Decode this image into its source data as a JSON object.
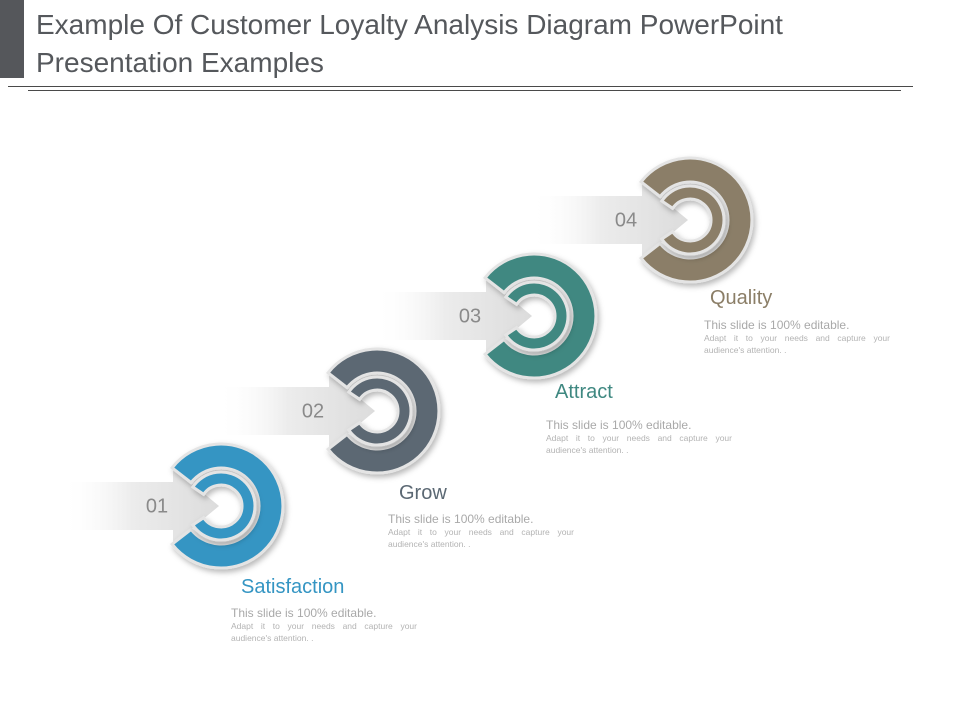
{
  "slide": {
    "title": "Example Of Customer Loyalty Analysis Diagram PowerPoint Presentation Examples"
  },
  "steps": [
    {
      "number": "01",
      "label": "Satisfaction",
      "color": "#3495c3",
      "desc_line1": "This slide is 100% editable.",
      "desc_line2": "Adapt it to your needs and capture your audience's attention. ."
    },
    {
      "number": "02",
      "label": "Grow",
      "color": "#5b6873",
      "desc_line1": "This slide is 100% editable.",
      "desc_line2": "Adapt it to your needs and capture your audience's attention. ."
    },
    {
      "number": "03",
      "label": "Attract",
      "color": "#3f8881",
      "desc_line1": "This slide is 100% editable.",
      "desc_line2": "Adapt it to your needs and capture your audience's attention. ."
    },
    {
      "number": "04",
      "label": "Quality",
      "color": "#8b7e67",
      "desc_line1": "This slide is 100% editable.",
      "desc_line2": "Adapt it to your needs and capture your audience's attention. ."
    }
  ]
}
